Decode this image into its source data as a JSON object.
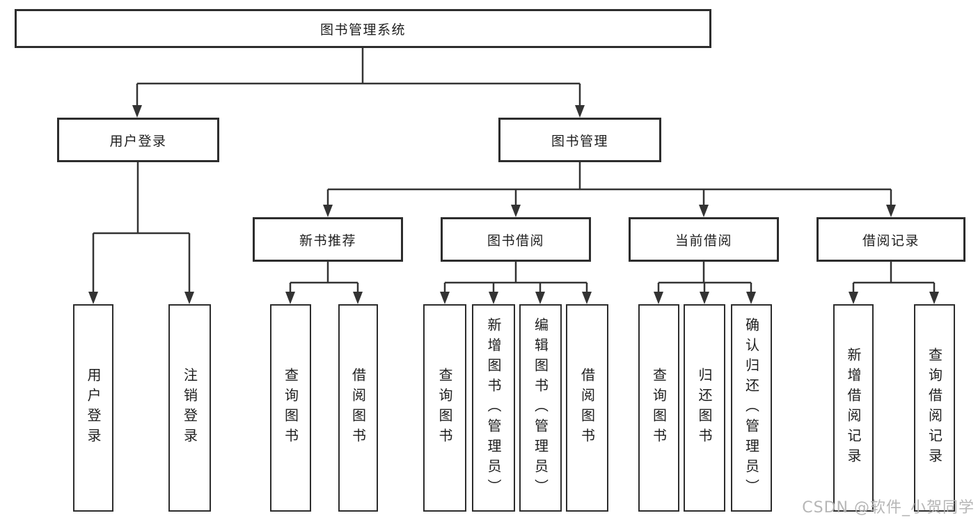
{
  "tree": {
    "root": {
      "label": "图书管理系统"
    },
    "branches": [
      {
        "label": "用户登录",
        "children": [
          {
            "label": "用户登录"
          },
          {
            "label": "注销登录"
          }
        ]
      },
      {
        "label": "图书管理",
        "children": [
          {
            "label": "新书推荐",
            "children": [
              {
                "label": "查询图书"
              },
              {
                "label": "借阅图书"
              }
            ]
          },
          {
            "label": "图书借阅",
            "children": [
              {
                "label": "查询图书"
              },
              {
                "label": "新增图书（管理员）"
              },
              {
                "label": "编辑图书（管理员）"
              },
              {
                "label": "借阅图书"
              }
            ]
          },
          {
            "label": "当前借阅",
            "children": [
              {
                "label": "查询图书"
              },
              {
                "label": "归还图书"
              },
              {
                "label": "确认归还（管理员）"
              }
            ]
          },
          {
            "label": "借阅记录",
            "children": [
              {
                "label": "新增借阅记录"
              },
              {
                "label": "查询借阅记录"
              }
            ]
          }
        ]
      }
    ]
  },
  "watermark": {
    "text": "CSDN @软件_小贺同学"
  },
  "colors": {
    "line": "#333333",
    "border": "#2d2d2d",
    "text": "#1e1e1e",
    "watermark_text": "#b2b2b2",
    "background": "#ffffff"
  }
}
